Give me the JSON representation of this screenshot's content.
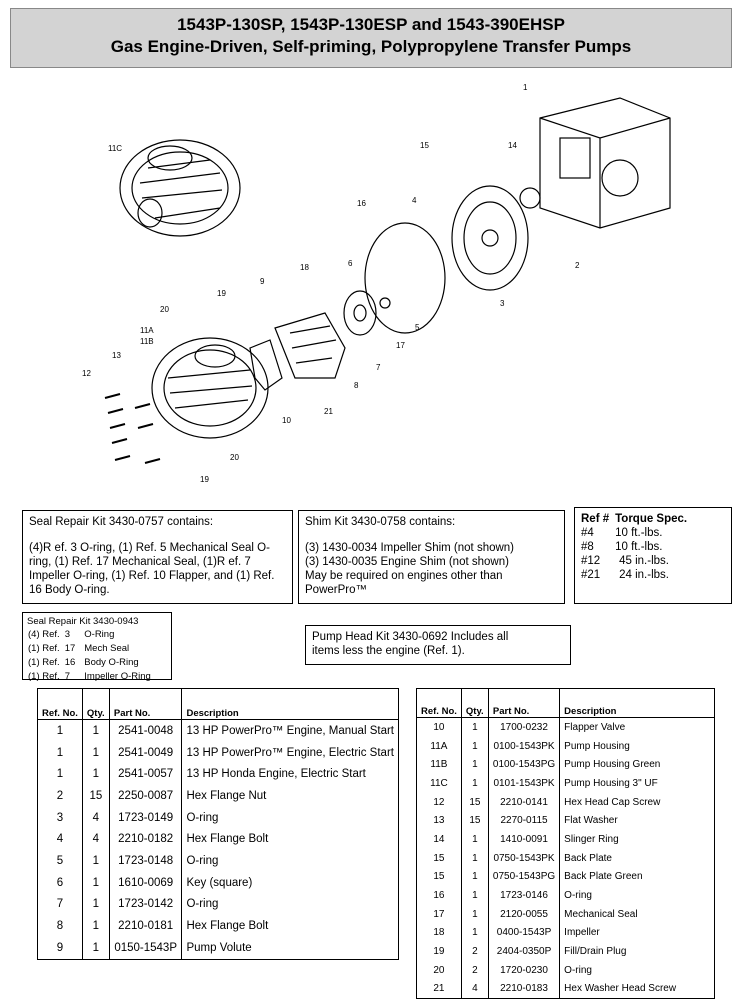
{
  "title": {
    "line1": "1543P-130SP, 1543P-130ESP and 1543-390EHSP",
    "line2": "Gas Engine-Driven, Self-priming, Polypropylene Transfer Pumps"
  },
  "diagram": {
    "callouts": [
      "1",
      "2",
      "3",
      "4",
      "5",
      "6",
      "7",
      "8",
      "9",
      "10",
      "11C",
      "11A",
      "11B",
      "12",
      "13",
      "14",
      "15",
      "16",
      "17",
      "18",
      "19",
      "20",
      "20",
      "19",
      "21"
    ]
  },
  "seal_kit": {
    "heading": "Seal Repair Kit 3430-0757 contains:",
    "body": "(4)R ef. 3 O-ring, (1) Ref. 5 Mechanical Seal O-ring, (1) Ref. 17 Mechanical Seal, (1)R ef. 7 Impeller O-ring, (1) Ref. 10 Flapper, and (1) Ref. 16 Body O-ring."
  },
  "shim_kit": {
    "heading": "Shim Kit 3430-0758 contains:",
    "line1": "(3) 1430-0034 Impeller Shim (not shown)",
    "line2": "(3) 1430-0035 Engine Shim (not shown)",
    "line3": "May be required on engines other than",
    "line4": "PowerPro™"
  },
  "torque": {
    "h1": "Ref #",
    "h2": "Torque Spec.",
    "rows": [
      {
        "ref": "#4",
        "spec": "10 ft.-lbs."
      },
      {
        "ref": "#8",
        "spec": "10 ft.-lbs."
      },
      {
        "ref": "#12",
        "spec": "45 in.-lbs."
      },
      {
        "ref": "#21",
        "spec": "24 in.-lbs."
      }
    ]
  },
  "seal_kit2": {
    "heading": "Seal Repair Kit 3430-0943",
    "rows": [
      {
        "qty": "(4) Ref.",
        "ref": "3",
        "desc": "O-Ring"
      },
      {
        "qty": "(1) Ref.",
        "ref": "17",
        "desc": "Mech Seal"
      },
      {
        "qty": "(1) Ref.",
        "ref": "16",
        "desc": "Body O-Ring"
      },
      {
        "qty": "(1) Ref.",
        "ref": "7",
        "desc": "Impeller O-Ring"
      }
    ]
  },
  "pump_head_kit": {
    "line1": "Pump Head Kit 3430-0692 Includes all",
    "line2": "items less the engine (Ref. 1)."
  },
  "table_headers": {
    "ref": "Ref. No.",
    "qty": "Qty.",
    "part": "Part No.",
    "desc": "Description"
  },
  "parts_left": [
    {
      "ref": "1",
      "qty": "1",
      "part": "2541-0048",
      "desc": "13 HP PowerPro™ Engine, Manual Start"
    },
    {
      "ref": "1",
      "qty": "1",
      "part": "2541-0049",
      "desc": "13 HP PowerPro™ Engine, Electric Start"
    },
    {
      "ref": "1",
      "qty": "1",
      "part": "2541-0057",
      "desc": "13 HP Honda Engine, Electric Start"
    },
    {
      "ref": "2",
      "qty": "15",
      "part": "2250-0087",
      "desc": "Hex Flange Nut"
    },
    {
      "ref": "3",
      "qty": "4",
      "part": "1723-0149",
      "desc": "O-ring"
    },
    {
      "ref": "4",
      "qty": "4",
      "part": "2210-0182",
      "desc": "Hex Flange Bolt"
    },
    {
      "ref": "5",
      "qty": "1",
      "part": "1723-0148",
      "desc": "O-ring"
    },
    {
      "ref": "6",
      "qty": "1",
      "part": "1610-0069",
      "desc": "Key (square)"
    },
    {
      "ref": "7",
      "qty": "1",
      "part": "1723-0142",
      "desc": "O-ring"
    },
    {
      "ref": "8",
      "qty": "1",
      "part": "2210-0181",
      "desc": "Hex Flange Bolt"
    },
    {
      "ref": "9",
      "qty": "1",
      "part": "0150-1543P",
      "desc": "Pump Volute"
    }
  ],
  "parts_right": [
    {
      "ref": "10",
      "qty": "1",
      "part": "1700-0232",
      "desc": "Flapper Valve"
    },
    {
      "ref": "11A",
      "qty": "1",
      "part": "0100-1543PK",
      "desc": "Pump Housing"
    },
    {
      "ref": "11B",
      "qty": "1",
      "part": "0100-1543PG",
      "desc": "Pump Housing Green"
    },
    {
      "ref": "11C",
      "qty": "1",
      "part": "0101-1543PK",
      "desc": "Pump Housing 3\" UF"
    },
    {
      "ref": "12",
      "qty": "15",
      "part": "2210-0141",
      "desc": "Hex Head Cap Screw"
    },
    {
      "ref": "13",
      "qty": "15",
      "part": "2270-0115",
      "desc": "Flat Washer"
    },
    {
      "ref": "14",
      "qty": "1",
      "part": "1410-0091",
      "desc": "Slinger Ring"
    },
    {
      "ref": "15",
      "qty": "1",
      "part": "0750-1543PK",
      "desc": "Back Plate"
    },
    {
      "ref": "15",
      "qty": "1",
      "part": "0750-1543PG",
      "desc": "Back Plate Green"
    },
    {
      "ref": "16",
      "qty": "1",
      "part": "1723-0146",
      "desc": "O-ring"
    },
    {
      "ref": "17",
      "qty": "1",
      "part": "2120-0055",
      "desc": "Mechanical Seal"
    },
    {
      "ref": "18",
      "qty": "1",
      "part": "0400-1543P",
      "desc": "Impeller"
    },
    {
      "ref": "19",
      "qty": "2",
      "part": "2404-0350P",
      "desc": "Fill/Drain Plug"
    },
    {
      "ref": "20",
      "qty": "2",
      "part": "1720-0230",
      "desc": "O-ring"
    },
    {
      "ref": "21",
      "qty": "4",
      "part": "2210-0183",
      "desc": "Hex Washer Head Screw"
    }
  ]
}
